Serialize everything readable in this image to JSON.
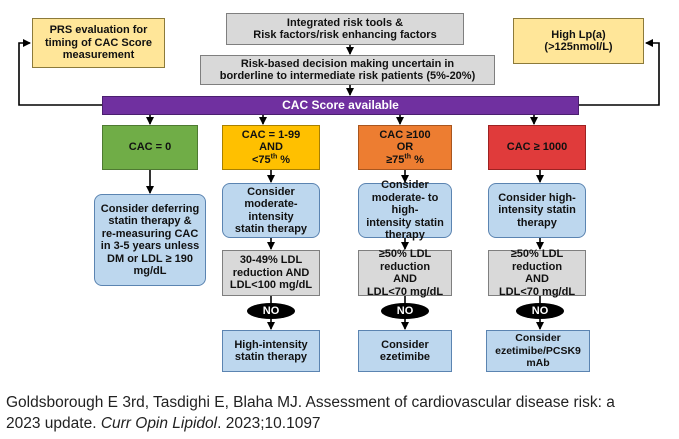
{
  "top": {
    "prs": "PRS evaluation for\ntiming of CAC Score\nmeasurement",
    "integrated": "Integrated risk tools &\nRisk factors/risk enhancing factors",
    "risk_based": "Risk-based decision making uncertain in\nborderline to intermediate risk patients (5%-20%)",
    "lpa": "High Lp(a)\n(>125nmol/L)"
  },
  "cac_bar": "CAC Score available",
  "columns": [
    {
      "category": "CAC = 0",
      "recommendation": "Consider deferring\nstatin therapy &\nre-measuring CAC\nin 3-5 years unless\nDM or LDL ≥ 190\nmg/dL"
    },
    {
      "category_line1": "CAC = 1-99",
      "category_line2": "AND",
      "category_line3_pre": "<75",
      "category_line3_sup": "th",
      "category_line3_post": " %",
      "recommendation": "Consider\nmoderate-intensity\nstatin therapy",
      "target": "30-49% LDL\nreduction AND\nLDL<100 mg/dL",
      "no": "NO",
      "next": "High-intensity\nstatin therapy"
    },
    {
      "category_line1": "CAC ≥100",
      "category_line2": "OR",
      "category_line3_pre": "≥75",
      "category_line3_sup": "th",
      "category_line3_post": " %",
      "recommendation": "Consider\nmoderate- to high-\nintensity statin\ntherapy",
      "target": "≥50% LDL reduction\nAND\nLDL<70 mg/dL",
      "no": "NO",
      "next": "Consider\nezetimibe"
    },
    {
      "category": "CAC ≥ 1000",
      "recommendation": "Consider high-\nintensity statin\ntherapy",
      "target": "≥50% LDL reduction\nAND\nLDL<70 mg/dL",
      "no": "NO",
      "next": "Consider\nezetimibe/PCSK9 mAb"
    }
  ],
  "caption": {
    "line1": "Goldsborough E 3rd, Tasdighi E, Blaha MJ. Assessment of cardiovascular disease risk: a",
    "line2_pre": "2023 update. ",
    "journal": "Curr Opin Lipidol",
    "line2_post": ". 2023;10.1097"
  },
  "colors": {
    "purple": "#7030a0",
    "green": "#70ad47",
    "amber": "#ffc000",
    "orange": "#ed7d31",
    "red": "#e03b3b",
    "light_blue": "#bdd7ee",
    "light_yellow": "#ffe699",
    "gray": "#d9d9d9"
  }
}
